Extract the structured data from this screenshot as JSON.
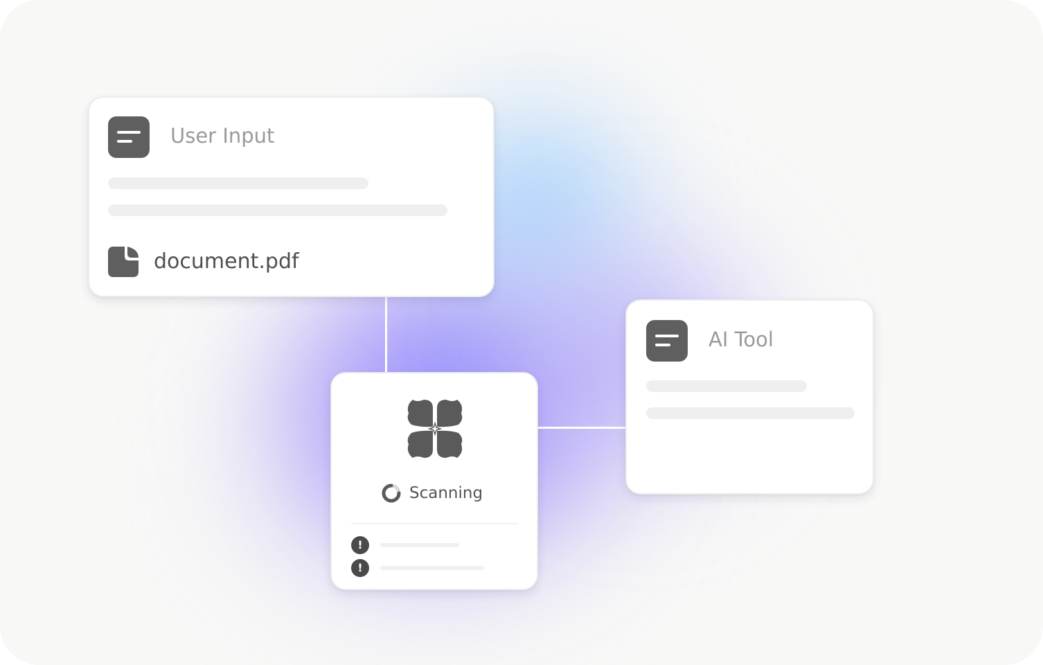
{
  "user_input_card": {
    "title": "User Input",
    "icon": "document-lines-icon",
    "attachment": {
      "icon": "file-icon",
      "filename": "document.pdf"
    }
  },
  "scanner_card": {
    "logo": "four-petal-flower-icon",
    "status_icon": "spinner-icon",
    "status": "Scanning",
    "findings": [
      {
        "icon": "exclamation-icon"
      },
      {
        "icon": "exclamation-icon"
      }
    ]
  },
  "ai_tool_card": {
    "title": "AI Tool",
    "icon": "document-lines-icon"
  },
  "colors": {
    "icon_fill": "#5f5f5f",
    "title_gray": "#9a9a9a",
    "placeholder_bar": "#efefef",
    "glow_purple": "#7d78ff",
    "glow_blue": "#78c3ff"
  }
}
